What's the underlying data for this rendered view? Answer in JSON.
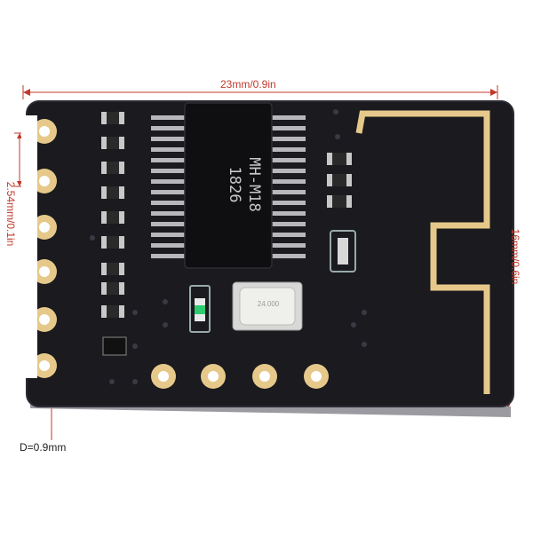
{
  "dimensions": {
    "width_label": "23mm/0.9in",
    "height_label": "16mm/0.6in",
    "pitch_label": "2.54mm/0.1in",
    "hole_label": "D=0.9mm"
  },
  "chip": {
    "line1": "MH-M18",
    "line2": "1826"
  },
  "crystal": {
    "marking": "24.000"
  },
  "colors": {
    "board": "#1a1a1f",
    "gold": "#e6c98a",
    "dimension_line": "#c0392b"
  }
}
